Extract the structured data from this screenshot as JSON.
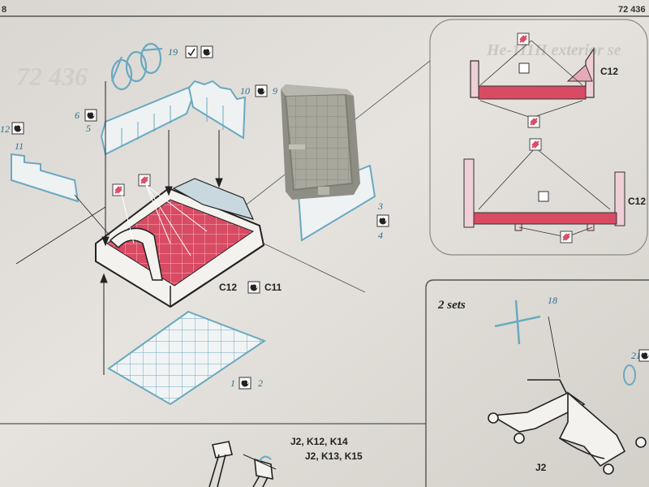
{
  "header": {
    "page_left": "8",
    "page_right": "72 436"
  },
  "colors": {
    "paper": "#e4e1dc",
    "paper_edge": "#d2cec8",
    "photo_etch_blue": "#6aa9c1",
    "cockpit_red": "#d94a63",
    "plastic_grey": "#a7a79c",
    "ink": "#2b2b2b"
  },
  "icons": {
    "paint": "paint-chip-icon",
    "glue": "glue-drop-icon",
    "bend": "bend-check-icon"
  },
  "labels": {
    "part_19": "19",
    "part_6": "6",
    "part_5": "5",
    "part_10": "10",
    "part_9": "9",
    "part_12": "12",
    "part_11": "11",
    "part_3": "3",
    "part_4": "4",
    "part_1": "1",
    "part_2": "2",
    "part_18": "18",
    "part_21": "21",
    "ref_c12_top": "C12",
    "ref_c12_mid": "C12",
    "ref_c12_tub_a": "C12",
    "ref_c11_tub": "C11",
    "two_sets": "2 sets",
    "ref_j2_list": "J2, K12, K14",
    "ref_j2_list2": "J2, K13, K15",
    "ref_j2_frame": "J2",
    "faded_title": "He-111H exterior se",
    "faded_code": "72 436"
  }
}
